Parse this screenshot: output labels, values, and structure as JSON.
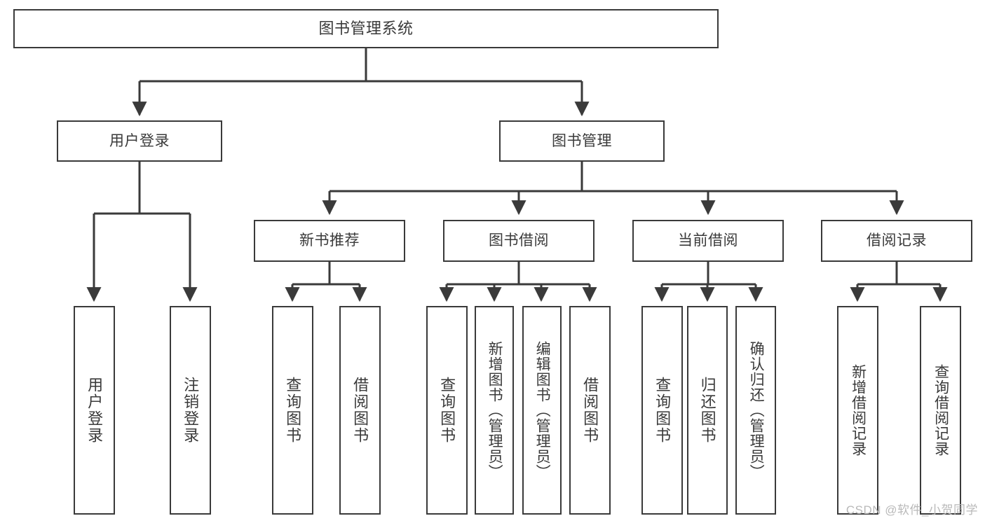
{
  "diagram": {
    "title": "图书管理系统",
    "type": "tree-hierarchy-chart",
    "root": {
      "id": "root",
      "label": "图书管理系统"
    },
    "level2": [
      {
        "id": "user-login",
        "label": "用户登录"
      },
      {
        "id": "book-manage",
        "label": "图书管理"
      }
    ],
    "level3": [
      {
        "id": "new-book-recommend",
        "label": "新书推荐",
        "parent": "book-manage"
      },
      {
        "id": "book-borrow",
        "label": "图书借阅",
        "parent": "book-manage"
      },
      {
        "id": "current-borrow",
        "label": "当前借阅",
        "parent": "book-manage"
      },
      {
        "id": "borrow-record",
        "label": "借阅记录",
        "parent": "book-manage"
      }
    ],
    "leaves": [
      {
        "id": "leaf-user-login",
        "label": "用户登录",
        "parent": "user-login"
      },
      {
        "id": "leaf-user-logout",
        "label": "注销登录",
        "parent": "user-login"
      },
      {
        "id": "leaf-query-book-1",
        "label": "查询图书",
        "parent": "new-book-recommend"
      },
      {
        "id": "leaf-borrow-book-1",
        "label": "借阅图书",
        "parent": "new-book-recommend"
      },
      {
        "id": "leaf-query-book-2",
        "label": "查询图书",
        "parent": "book-borrow"
      },
      {
        "id": "leaf-add-book",
        "label": "新增图书（管理员）",
        "parent": "book-borrow"
      },
      {
        "id": "leaf-edit-book",
        "label": "编辑图书（管理员）",
        "parent": "book-borrow"
      },
      {
        "id": "leaf-borrow-book-2",
        "label": "借阅图书",
        "parent": "book-borrow"
      },
      {
        "id": "leaf-query-book-3",
        "label": "查询图书",
        "parent": "current-borrow"
      },
      {
        "id": "leaf-return-book",
        "label": "归还图书",
        "parent": "current-borrow"
      },
      {
        "id": "leaf-confirm-return",
        "label": "确认归还（管理员）",
        "parent": "current-borrow"
      },
      {
        "id": "leaf-add-record",
        "label": "新增借阅记录",
        "parent": "borrow-record"
      },
      {
        "id": "leaf-query-record",
        "label": "查询借阅记录",
        "parent": "borrow-record"
      }
    ],
    "colors": {
      "stroke": "#3a3a3a",
      "fill": "#ffffff",
      "text": "#3a3a3a",
      "watermark": "#b9b9b9"
    }
  },
  "watermark": {
    "text": "CSDN @软件_小贺同学"
  }
}
